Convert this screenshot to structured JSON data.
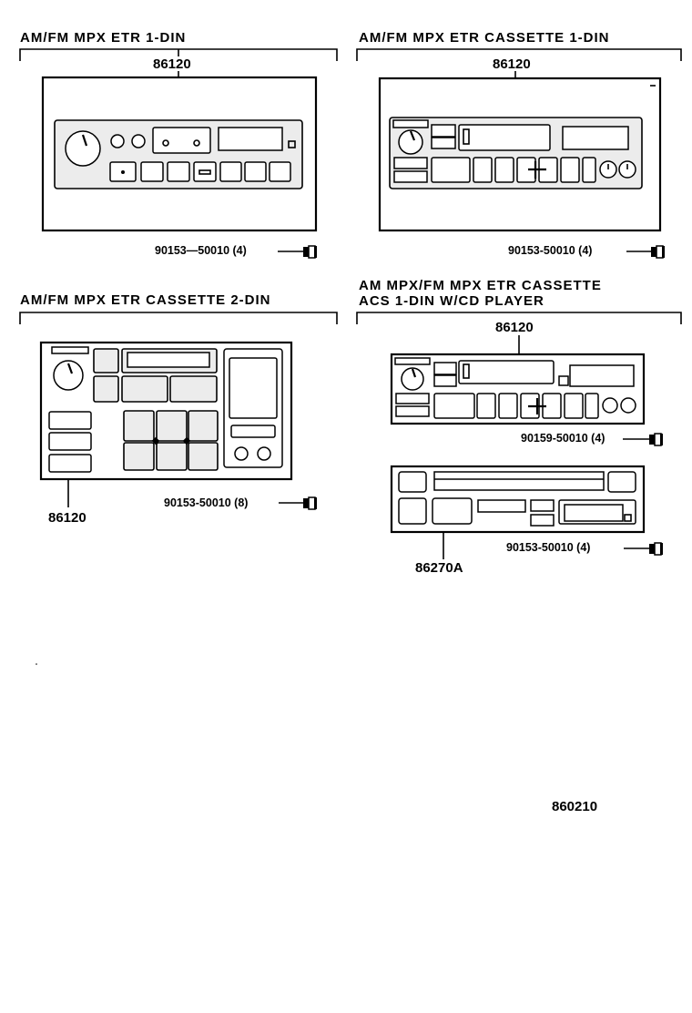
{
  "diagram": {
    "reference_number": "860210",
    "sections": [
      {
        "id": "s1",
        "title": "AM/FM  MPX  ETR  1-DIN",
        "part_number": "86120",
        "screw_callout": "90153—50010 (4)"
      },
      {
        "id": "s2",
        "title": "AM/FM  MPX  ETR  CASSETTE  1-DIN",
        "part_number": "86120",
        "screw_callout": "90153-50010 (4)"
      },
      {
        "id": "s3",
        "title": "AM/FM  MPX  ETR  CASSETTE  2-DIN",
        "part_number": "86120",
        "screw_callout": "90153-50010 (8)"
      },
      {
        "id": "s4",
        "title_lines": [
          "AM  MPX/FM  MPX  ETR  CASSETTE",
          "ACS  1-DIN  W/CD  PLAYER"
        ],
        "part_number": "86120",
        "screw_callout": "90159-50010 (4)",
        "cd_part_number": "86270A",
        "cd_screw_callout": "90153-50010 (4)"
      }
    ]
  }
}
